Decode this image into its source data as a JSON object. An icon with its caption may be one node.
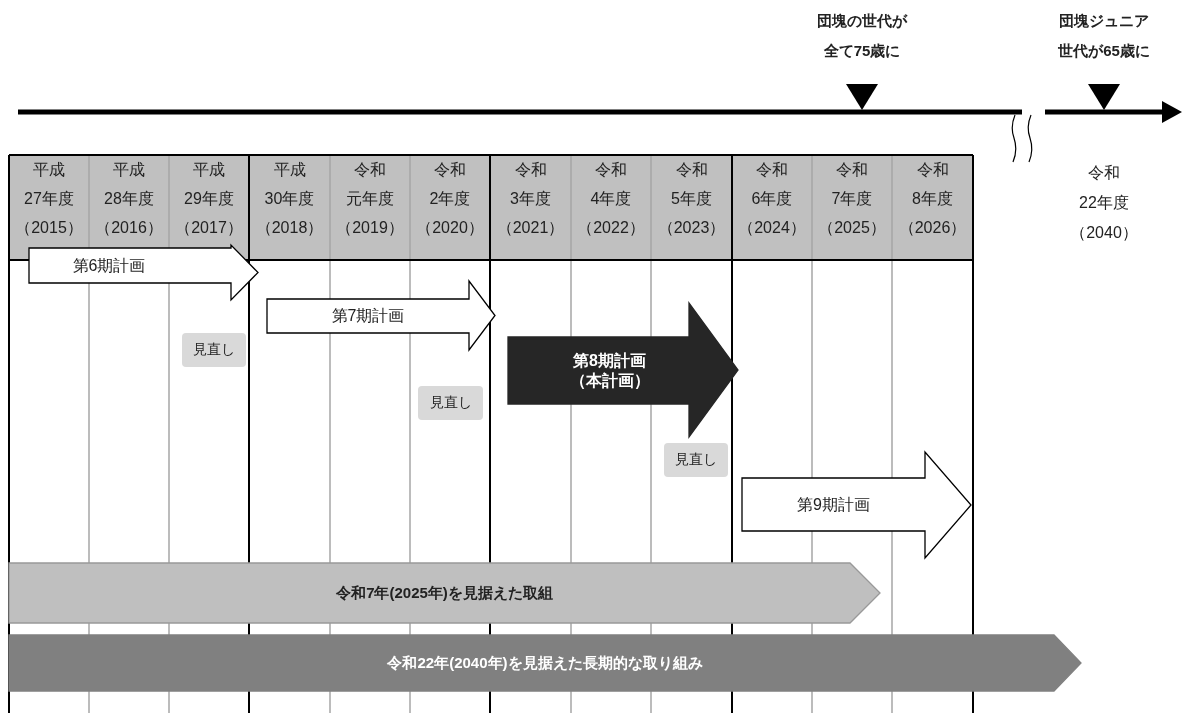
{
  "diagram": {
    "nodes": [
      {
        "text": [
          "平成27年度（2015）"
        ]
      },
      {
        "text": [
          "平成28年度（2016）"
        ]
      },
      {
        "text": [
          "平成29年度（2017）"
        ]
      },
      {
        "text": [
          "平成30年度（2018）"
        ]
      },
      {
        "text": [
          "令和元年度（2019）"
        ]
      },
      {
        "text": [
          "令和2年度（2020）"
        ]
      },
      {
        "text": [
          "令和3年度（2021）"
        ]
      },
      {
        "text": [
          "令和4年度（2022）"
        ]
      },
      {
        "text": [
          "令和5年度（2023）"
        ]
      },
      {
        "text": [
          "令和6年度（2024）"
        ]
      },
      {
        "text": [
          "令和7年度（2025）"
        ]
      },
      {
        "text": [
          "令和8年度（2026）"
        ]
      },
      {
        "text": [
          "第6期計画"
        ]
      },
      {
        "text": [
          "第7期計画"
        ]
      },
      {
        "text": [
          "見直し"
        ]
      },
      {
        "text": [
          "第8期計画（本計画）"
        ]
      },
      {
        "text": [
          "見直し"
        ]
      },
      {
        "text": [
          "見直し"
        ]
      },
      {
        "text": [
          "第9期計画"
        ]
      },
      {
        "text": [
          "令和7年(2025年)を見据えた取組"
        ]
      },
      {
        "text": [
          "令和22年(2040年)を見据えた長期的な取り組み"
        ]
      }
    ],
    "labels": [
      "団塊の世代が全て75歳に",
      "団塊ジュニア世代が65歳に",
      "令和22年度（2040）"
    ]
  }
}
